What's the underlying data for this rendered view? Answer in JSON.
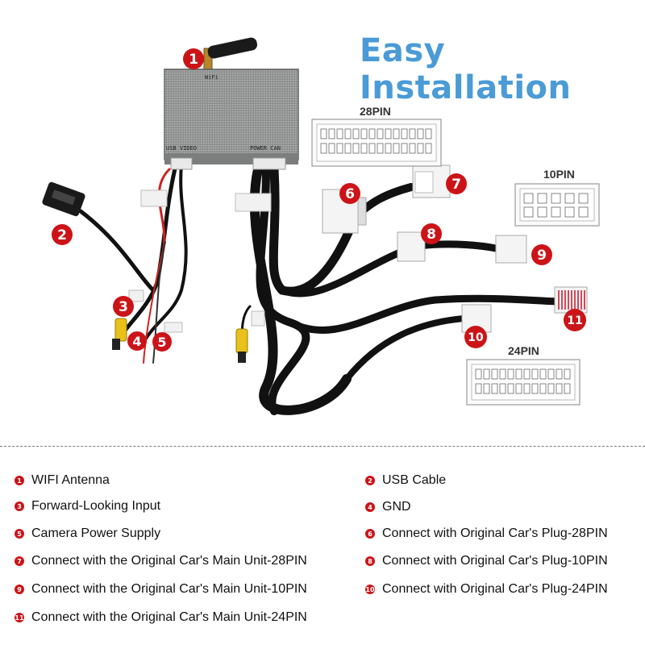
{
  "title": "Easy Installation",
  "connectors": {
    "pin28": "28PIN",
    "pin10": "10PIN",
    "pin24": "24PIN"
  },
  "box_labels": {
    "wifi": "WiFi",
    "usb_video": "USB VIDEO",
    "power_can": "POWER CAN"
  },
  "badges": [
    "1",
    "2",
    "3",
    "4",
    "5",
    "6",
    "7",
    "8",
    "9",
    "10",
    "11"
  ],
  "legend": [
    {
      "num": "1",
      "text": "WIFI Antenna"
    },
    {
      "num": "2",
      "text": "USB Cable"
    },
    {
      "num": "3",
      "text": "Forward-Looking Input"
    },
    {
      "num": "4",
      "text": "GND"
    },
    {
      "num": "5",
      "text": "Camera Power Supply"
    },
    {
      "num": "6",
      "text": "Connect with Original Car's Plug-28PIN"
    },
    {
      "num": "7",
      "text": "Connect with the Original Car's Main Unit-28PIN"
    },
    {
      "num": "8",
      "text": "Connect with Original Car's Plug-10PIN"
    },
    {
      "num": "9",
      "text": "Connect with the Original Car's Main Unit-10PIN"
    },
    {
      "num": "10",
      "text": "Connect with Original Car's Plug-24PIN"
    },
    {
      "num": "11",
      "text": "Connect with the Original Car's Main Unit-24PIN"
    }
  ],
  "colors": {
    "title": "#4a9bd6",
    "badge": "#cc1418",
    "cable": "#111111",
    "box": "#8c8f8e"
  }
}
